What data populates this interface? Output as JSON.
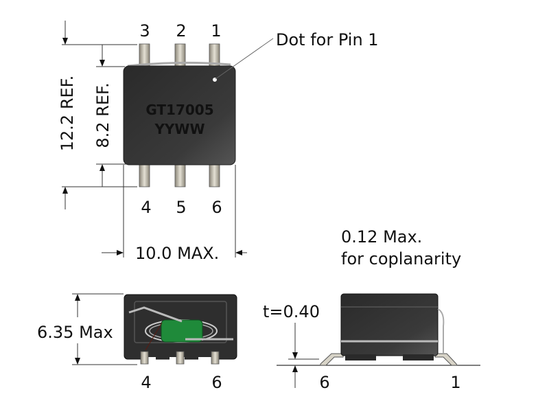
{
  "top_view": {
    "pins_top": [
      "3",
      "2",
      "1"
    ],
    "pins_bottom": [
      "4",
      "5",
      "6"
    ],
    "marking_line1": "GT17005",
    "marking_line2": "YYWW",
    "dot_callout": "Dot for Pin 1",
    "dim_overall_height": "12.2 REF.",
    "dim_body_height": "8.2 REF.",
    "dim_width": "10.0 MAX."
  },
  "coplanarity_note": {
    "line1": "0.12 Max.",
    "line2": "for coplanarity"
  },
  "front_view": {
    "dim_height": "6.35 Max",
    "pin_left": "4",
    "pin_right": "6",
    "core_color": "#1f8a3a"
  },
  "side_view": {
    "dim_thickness": "t=0.40",
    "pin_left": "6",
    "pin_right": "1"
  }
}
